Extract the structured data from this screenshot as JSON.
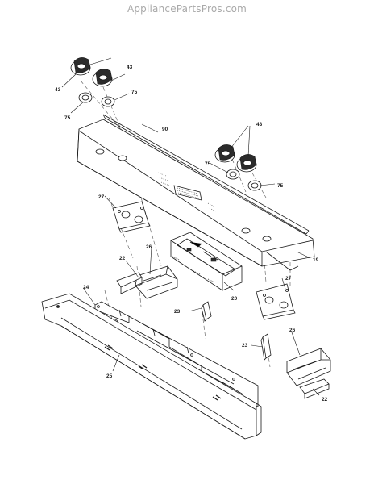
{
  "watermark": "AppliancePartsPros.com",
  "callouts": {
    "c43a": "43",
    "c43b": "43",
    "c43c": "43",
    "c75a": "75",
    "c75b": "75",
    "c75c": "75",
    "c75d": "75",
    "c90": "90",
    "c19": "19",
    "c27a": "27",
    "c27b": "27",
    "c26a": "26",
    "c26b": "26",
    "c22a": "22",
    "c22b": "22",
    "c20": "20",
    "c23a": "23",
    "c23b": "23",
    "c24": "24",
    "c25": "25"
  }
}
